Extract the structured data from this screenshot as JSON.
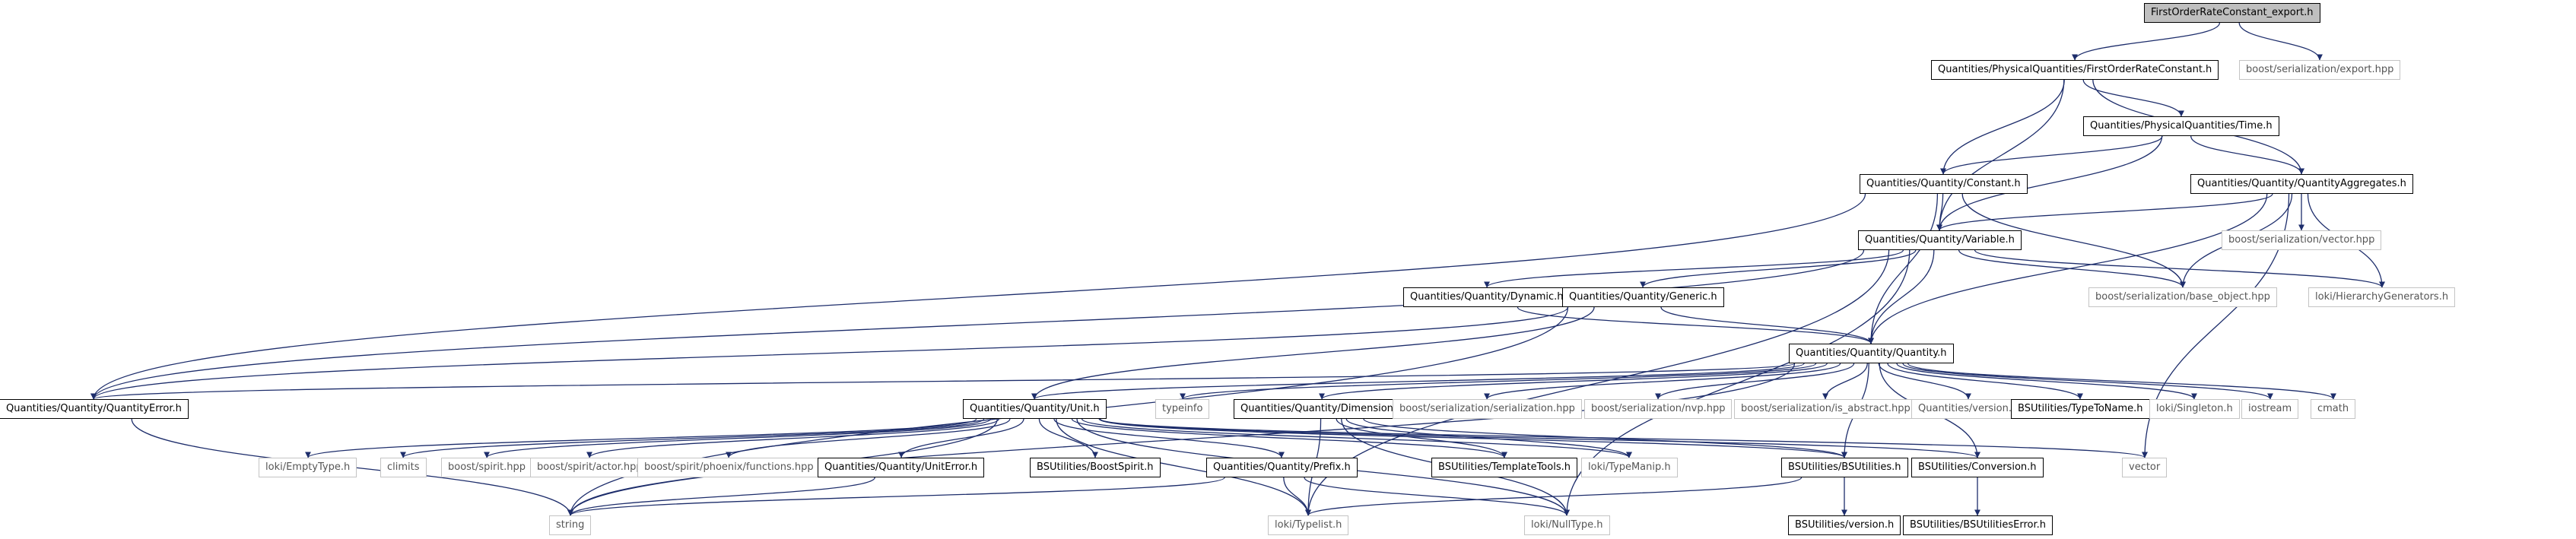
{
  "graph": {
    "title": "FirstOrderRateConstant_export.h",
    "nodes": [
      {
        "id": "root",
        "label": "FirstOrderRateConstant_export.h",
        "style": "root"
      },
      {
        "id": "forc",
        "label": "Quantities/PhysicalQuantities/FirstOrderRateConstant.h",
        "style": "solid"
      },
      {
        "id": "bser_export",
        "label": "boost/serialization/export.hpp",
        "style": "faint"
      },
      {
        "id": "time",
        "label": "Quantities/PhysicalQuantities/Time.h",
        "style": "solid"
      },
      {
        "id": "constant",
        "label": "Quantities/Quantity/Constant.h",
        "style": "solid"
      },
      {
        "id": "qagg",
        "label": "Quantities/Quantity/QuantityAggregates.h",
        "style": "solid"
      },
      {
        "id": "variable",
        "label": "Quantities/Quantity/Variable.h",
        "style": "solid"
      },
      {
        "id": "bser_vector",
        "label": "boost/serialization/vector.hpp",
        "style": "faint"
      },
      {
        "id": "dynamic",
        "label": "Quantities/Quantity/Dynamic.h",
        "style": "solid"
      },
      {
        "id": "generic",
        "label": "Quantities/Quantity/Generic.h",
        "style": "solid"
      },
      {
        "id": "bser_base",
        "label": "boost/serialization/base_object.hpp",
        "style": "faint"
      },
      {
        "id": "loki_hier",
        "label": "loki/HierarchyGenerators.h",
        "style": "faint"
      },
      {
        "id": "quantity",
        "label": "Quantities/Quantity/Quantity.h",
        "style": "solid"
      },
      {
        "id": "qerror",
        "label": "Quantities/Quantity/QuantityError.h",
        "style": "solid"
      },
      {
        "id": "unit",
        "label": "Quantities/Quantity/Unit.h",
        "style": "solid"
      },
      {
        "id": "typeinfo",
        "label": "typeinfo",
        "style": "faint"
      },
      {
        "id": "dimension",
        "label": "Quantities/Quantity/Dimension.h",
        "style": "solid"
      },
      {
        "id": "bser_ser",
        "label": "boost/serialization/serialization.hpp",
        "style": "faint"
      },
      {
        "id": "bser_nvp",
        "label": "boost/serialization/nvp.hpp",
        "style": "faint"
      },
      {
        "id": "bser_abs",
        "label": "boost/serialization/is_abstract.hpp",
        "style": "faint"
      },
      {
        "id": "qversion",
        "label": "Quantities/version.h",
        "style": "faint"
      },
      {
        "id": "typetoname",
        "label": "BSUtilities/TypeToName.h",
        "style": "solid"
      },
      {
        "id": "singleton",
        "label": "loki/Singleton.h",
        "style": "faint"
      },
      {
        "id": "iostream",
        "label": "iostream",
        "style": "faint"
      },
      {
        "id": "cmath",
        "label": "cmath",
        "style": "faint"
      },
      {
        "id": "emptytype",
        "label": "loki/EmptyType.h",
        "style": "faint"
      },
      {
        "id": "climits",
        "label": "climits",
        "style": "faint"
      },
      {
        "id": "spirit",
        "label": "boost/spirit.hpp",
        "style": "faint"
      },
      {
        "id": "spirit_actor",
        "label": "boost/spirit/actor.hpp",
        "style": "faint"
      },
      {
        "id": "spirit_phoenix",
        "label": "boost/spirit/phoenix/functions.hpp",
        "style": "faint"
      },
      {
        "id": "uniterror",
        "label": "Quantities/Quantity/UnitError.h",
        "style": "solid"
      },
      {
        "id": "boostspirit",
        "label": "BSUtilities/BoostSpirit.h",
        "style": "solid"
      },
      {
        "id": "prefix",
        "label": "Quantities/Quantity/Prefix.h",
        "style": "solid"
      },
      {
        "id": "templatetools",
        "label": "BSUtilities/TemplateTools.h",
        "style": "solid"
      },
      {
        "id": "typemanip",
        "label": "loki/TypeManip.h",
        "style": "faint"
      },
      {
        "id": "bsutilities",
        "label": "BSUtilities/BSUtilities.h",
        "style": "solid"
      },
      {
        "id": "conversion",
        "label": "BSUtilities/Conversion.h",
        "style": "solid"
      },
      {
        "id": "vector",
        "label": "vector",
        "style": "faint"
      },
      {
        "id": "string",
        "label": "string",
        "style": "faint"
      },
      {
        "id": "typelist",
        "label": "loki/Typelist.h",
        "style": "faint"
      },
      {
        "id": "nulltype",
        "label": "loki/NullType.h",
        "style": "faint"
      },
      {
        "id": "bsversion",
        "label": "BSUtilities/version.h",
        "style": "solid"
      },
      {
        "id": "bserror",
        "label": "BSUtilities/BSUtilitiesError.h",
        "style": "solid"
      }
    ],
    "edges": [
      [
        "root",
        "forc"
      ],
      [
        "root",
        "bser_export"
      ],
      [
        "forc",
        "time"
      ],
      [
        "forc",
        "constant"
      ],
      [
        "forc",
        "qagg"
      ],
      [
        "forc",
        "variable"
      ],
      [
        "time",
        "constant"
      ],
      [
        "time",
        "qagg"
      ],
      [
        "time",
        "variable"
      ],
      [
        "constant",
        "variable"
      ],
      [
        "constant",
        "quantity"
      ],
      [
        "constant",
        "qerror"
      ],
      [
        "constant",
        "bser_base"
      ],
      [
        "qagg",
        "variable"
      ],
      [
        "qagg",
        "bser_vector"
      ],
      [
        "qagg",
        "bser_base"
      ],
      [
        "qagg",
        "loki_hier"
      ],
      [
        "qagg",
        "quantity"
      ],
      [
        "qagg",
        "vector"
      ],
      [
        "variable",
        "dynamic"
      ],
      [
        "variable",
        "generic"
      ],
      [
        "variable",
        "quantity"
      ],
      [
        "variable",
        "bser_base"
      ],
      [
        "variable",
        "loki_hier"
      ],
      [
        "variable",
        "qerror"
      ],
      [
        "variable",
        "typelist"
      ],
      [
        "variable",
        "nulltype"
      ],
      [
        "dynamic",
        "quantity"
      ],
      [
        "generic",
        "quantity"
      ],
      [
        "generic",
        "unit"
      ],
      [
        "generic",
        "qerror"
      ],
      [
        "generic",
        "string"
      ],
      [
        "quantity",
        "qerror"
      ],
      [
        "quantity",
        "unit"
      ],
      [
        "quantity",
        "typeinfo"
      ],
      [
        "quantity",
        "dimension"
      ],
      [
        "quantity",
        "bser_ser"
      ],
      [
        "quantity",
        "bser_nvp"
      ],
      [
        "quantity",
        "bser_abs"
      ],
      [
        "quantity",
        "qversion"
      ],
      [
        "quantity",
        "typetoname"
      ],
      [
        "quantity",
        "singleton"
      ],
      [
        "quantity",
        "iostream"
      ],
      [
        "quantity",
        "cmath"
      ],
      [
        "quantity",
        "bsutilities"
      ],
      [
        "quantity",
        "conversion"
      ],
      [
        "quantity",
        "string"
      ],
      [
        "unit",
        "emptytype"
      ],
      [
        "unit",
        "climits"
      ],
      [
        "unit",
        "spirit"
      ],
      [
        "unit",
        "spirit_actor"
      ],
      [
        "unit",
        "spirit_phoenix"
      ],
      [
        "unit",
        "uniterror"
      ],
      [
        "unit",
        "boostspirit"
      ],
      [
        "unit",
        "prefix"
      ],
      [
        "unit",
        "templatetools"
      ],
      [
        "unit",
        "typemanip"
      ],
      [
        "unit",
        "bsutilities"
      ],
      [
        "unit",
        "conversion"
      ],
      [
        "unit",
        "vector"
      ],
      [
        "unit",
        "string"
      ],
      [
        "unit",
        "typelist"
      ],
      [
        "unit",
        "nulltype"
      ],
      [
        "dimension",
        "templatetools"
      ],
      [
        "dimension",
        "typemanip"
      ],
      [
        "dimension",
        "typelist"
      ],
      [
        "dimension",
        "nulltype"
      ],
      [
        "dimension",
        "bsutilities"
      ],
      [
        "qerror",
        "string"
      ],
      [
        "uniterror",
        "string"
      ],
      [
        "prefix",
        "string"
      ],
      [
        "prefix",
        "typelist"
      ],
      [
        "prefix",
        "nulltype"
      ],
      [
        "bsutilities",
        "bsversion"
      ],
      [
        "bsutilities",
        "typelist"
      ],
      [
        "conversion",
        "bserror"
      ]
    ]
  }
}
